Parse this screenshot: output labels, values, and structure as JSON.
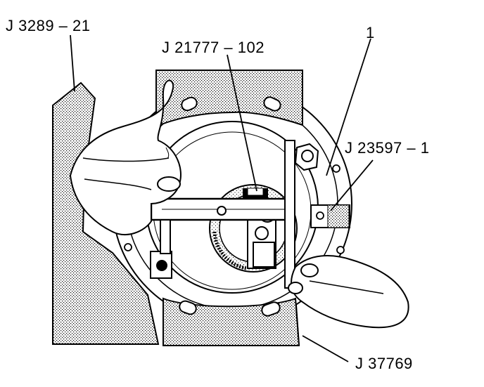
{
  "labels": {
    "tool_adapter": "J 3289 – 21",
    "tool_gauge": "J 21777 – 102",
    "item_number": "1",
    "tool_bracket": "J 23597 – 1",
    "tool_holder": "J 37769"
  }
}
